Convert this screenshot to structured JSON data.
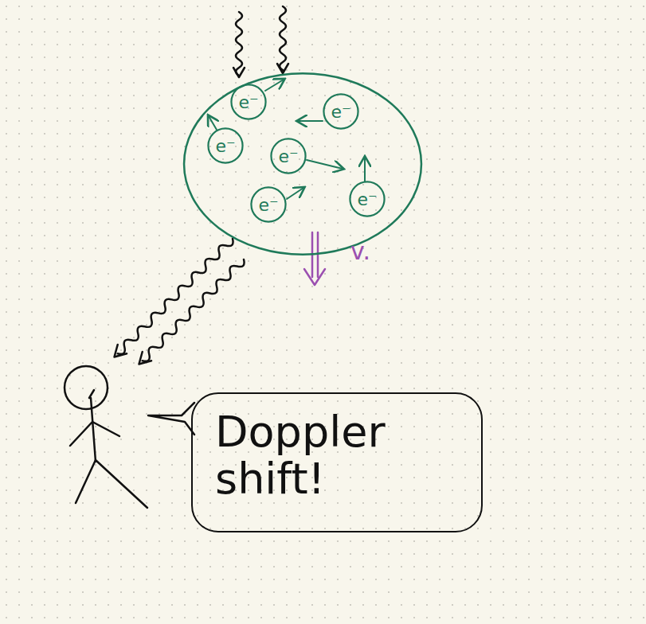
{
  "diagram": {
    "nodes": [
      {
        "text": []
      },
      {
        "text": [
          "e⁻"
        ],
        "in": 0
      },
      {
        "text": [
          "e⁻"
        ],
        "in": 0
      },
      {
        "text": [
          "e⁻"
        ],
        "in": 0
      },
      {
        "text": [
          "e⁻"
        ],
        "in": 0
      },
      {
        "text": [
          "e⁻"
        ],
        "in": 0
      },
      {
        "text": [
          "e⁻"
        ],
        "in": 0
      },
      {
        "text": [
          "Doppler shift!"
        ]
      }
    ],
    "labels": [
      "v."
    ]
  }
}
